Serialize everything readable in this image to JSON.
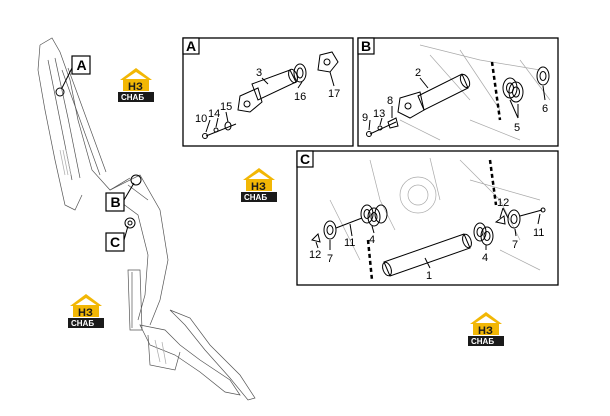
{
  "callouts": {
    "a": "A",
    "b": "B",
    "c": "C"
  },
  "panels": {
    "a": {
      "title": "A",
      "parts": [
        "3",
        "10",
        "14",
        "15",
        "16",
        "17"
      ]
    },
    "b": {
      "title": "B",
      "parts": [
        "2",
        "5",
        "6",
        "8",
        "9",
        "13"
      ]
    },
    "c": {
      "title": "C",
      "parts": [
        "1",
        "4",
        "4",
        "7",
        "7",
        "11",
        "11",
        "12",
        "12"
      ]
    }
  },
  "logo": {
    "letters": "НЗ",
    "word": "СНАБ",
    "color_roof": "#f2b705",
    "color_box": "#1a1a1a"
  }
}
